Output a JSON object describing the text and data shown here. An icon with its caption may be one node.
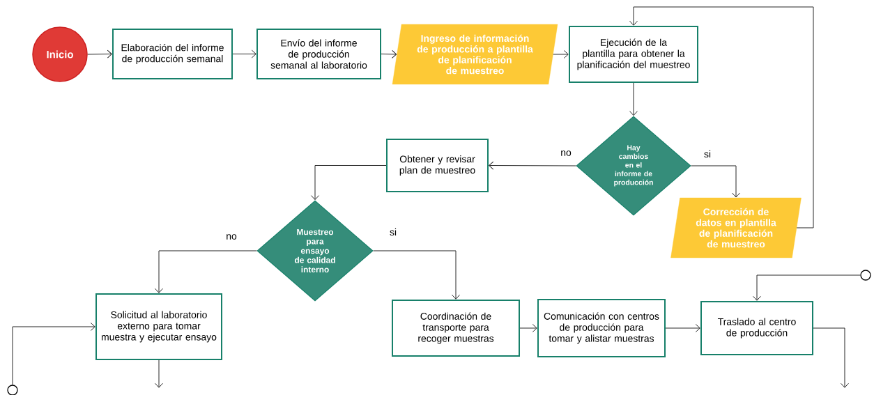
{
  "diagram": {
    "nodes": [
      {
        "text": [
          "Inicio"
        ]
      },
      {
        "text": [
          "Elaboración del informe de producción semanal"
        ]
      },
      {
        "text": [
          "Envío del informe de producción semanal al laboratorio"
        ]
      },
      {
        "text": [
          "Ingreso de información de producción a plantilla de planificación de muestreo"
        ]
      },
      {
        "text": [
          "Ejecución de la plantilla para obtener la planificación del muestreo"
        ]
      },
      {
        "text": [
          "Hay cambios en el informe de producción"
        ]
      },
      {
        "text": [
          "Obtener y revisar plan de muestreo"
        ]
      },
      {
        "text": [
          "Corrección de datos en plantilla de planificación de muestreo"
        ]
      },
      {
        "text": [
          "Muestreo para ensayo de calidad interno"
        ]
      },
      {
        "text": [
          "Solicitud al laboratorio externo para tomar muestra y ejecutar ensayo"
        ]
      },
      {
        "text": [
          "Coordinación de transporte para recoger muestras"
        ]
      },
      {
        "text": [
          "Comunicación con centros de producción para tomar y alistar muestras"
        ]
      },
      {
        "text": [
          "Traslado al centro de producción"
        ]
      },
      {
        "text": [],
        "shape": "circle"
      },
      {
        "text": [],
        "shape": "circle"
      }
    ],
    "edges": [
      {
        "from": 0,
        "to": 1,
        "arrow": "to"
      },
      {
        "from": 1,
        "to": 2,
        "arrow": "to"
      },
      {
        "from": 2,
        "to": 3,
        "arrow": "to"
      },
      {
        "from": 3,
        "to": 4,
        "arrow": "to"
      },
      {
        "from": 4,
        "to": 5,
        "arrow": "to"
      },
      {
        "from": 5,
        "to": 6,
        "arrow": "to",
        "label": "no"
      },
      {
        "from": 5,
        "to": 7,
        "arrow": "to",
        "label": "si"
      },
      {
        "from": 7,
        "to": 4,
        "arrow": "to"
      },
      {
        "from": 6,
        "to": 8,
        "arrow": "to"
      },
      {
        "from": 8,
        "to": 9,
        "arrow": "to",
        "label": "no"
      },
      {
        "from": 8,
        "to": 10,
        "arrow": "to",
        "label": "si"
      },
      {
        "from": 10,
        "to": 11,
        "arrow": "to"
      },
      {
        "from": 11,
        "to": 12,
        "arrow": "to"
      },
      {
        "from": 13,
        "to": 9,
        "arrow": "to"
      },
      {
        "from": 14,
        "to": 12,
        "arrow": "to"
      },
      {
        "from": 9,
        "to": null,
        "arrow": "to"
      },
      {
        "from": 12,
        "to": null,
        "arrow": "to"
      }
    ]
  }
}
